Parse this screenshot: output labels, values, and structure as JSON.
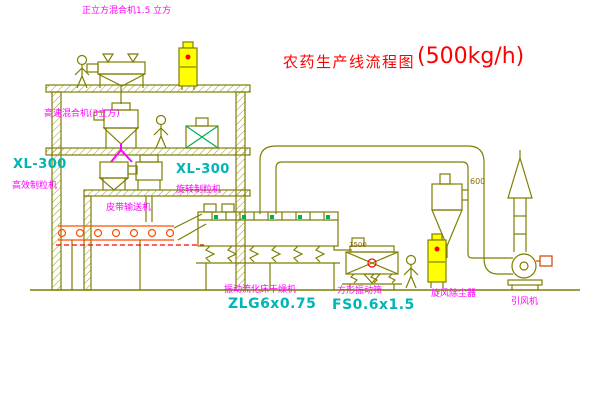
{
  "diagram": {
    "title_main": "农药生产线流程图",
    "title_capacity": "(500kg/h)",
    "labels": {
      "top_mixer": "正立方混合机1.5 立方",
      "high_speed_mixer": "高速混合机(3立方)",
      "granulator_left_model": "XL-300",
      "granulator_left_name": "高效制粒机",
      "granulator_mid_model": "XL-300",
      "granulator_mid_name": "旋转制粒机",
      "belt_conveyor": "皮带输送机",
      "dryer_name": "振动流化床干燥机",
      "dryer_model": "ZLG6x0.75",
      "screen_name": "方形振动筛",
      "screen_model": "FS0.6x1.5",
      "dust_collector": "旋风除尘器",
      "fan": "引风机",
      "duct_dim": "600",
      "screen_dim": "1500"
    },
    "colors": {
      "line": "#7e7e00",
      "label": "#ff00ff",
      "model": "#00b5b5",
      "title": "#ff0000",
      "cabinet_fill": "#ffff00",
      "conveyor": "#ff4d00",
      "accent_green": "#00b050",
      "accent_red": "#ff0000"
    }
  }
}
